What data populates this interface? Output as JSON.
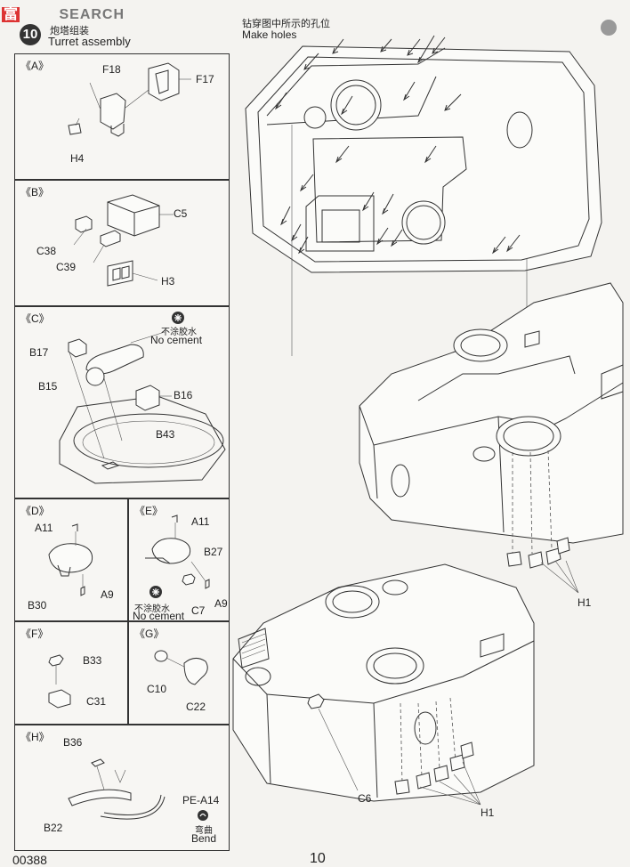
{
  "watermark": {
    "brand": "富",
    "text": "SEARCH"
  },
  "header": {
    "step_number": "10",
    "title_cn": "炮塔组装",
    "title_en": "Turret assembly"
  },
  "make_holes": {
    "cn": "钻穿图中所示的孔位",
    "en": "Make holes"
  },
  "panels": {
    "A": {
      "label": "《A》",
      "parts": [
        "F18",
        "F17",
        "H4"
      ]
    },
    "B": {
      "label": "《B》",
      "parts": [
        "C5",
        "C38",
        "C39",
        "H3"
      ]
    },
    "C": {
      "label": "《C》",
      "parts": [
        "B17",
        "B15",
        "B16",
        "B43"
      ],
      "note_cn": "不涂胶水",
      "note_en": "No cement"
    },
    "D": {
      "label": "《D》",
      "parts": [
        "A11",
        "B30",
        "A9"
      ]
    },
    "E": {
      "label": "《E》",
      "parts": [
        "A11",
        "B27",
        "C7",
        "A9"
      ],
      "note_cn": "不涂胶水",
      "note_en": "No cement"
    },
    "F": {
      "label": "《F》",
      "parts": [
        "B33",
        "C31"
      ]
    },
    "G": {
      "label": "《G》",
      "parts": [
        "C10",
        "C22"
      ]
    },
    "H": {
      "label": "《H》",
      "parts": [
        "B36",
        "PE-A14",
        "B22"
      ],
      "note_cn": "弯曲",
      "note_en": "Bend"
    }
  },
  "main_parts": {
    "h1_top": "H1",
    "h1_bottom": "H1",
    "c6": "C6"
  },
  "footer": {
    "code": "00388",
    "page": "10"
  }
}
